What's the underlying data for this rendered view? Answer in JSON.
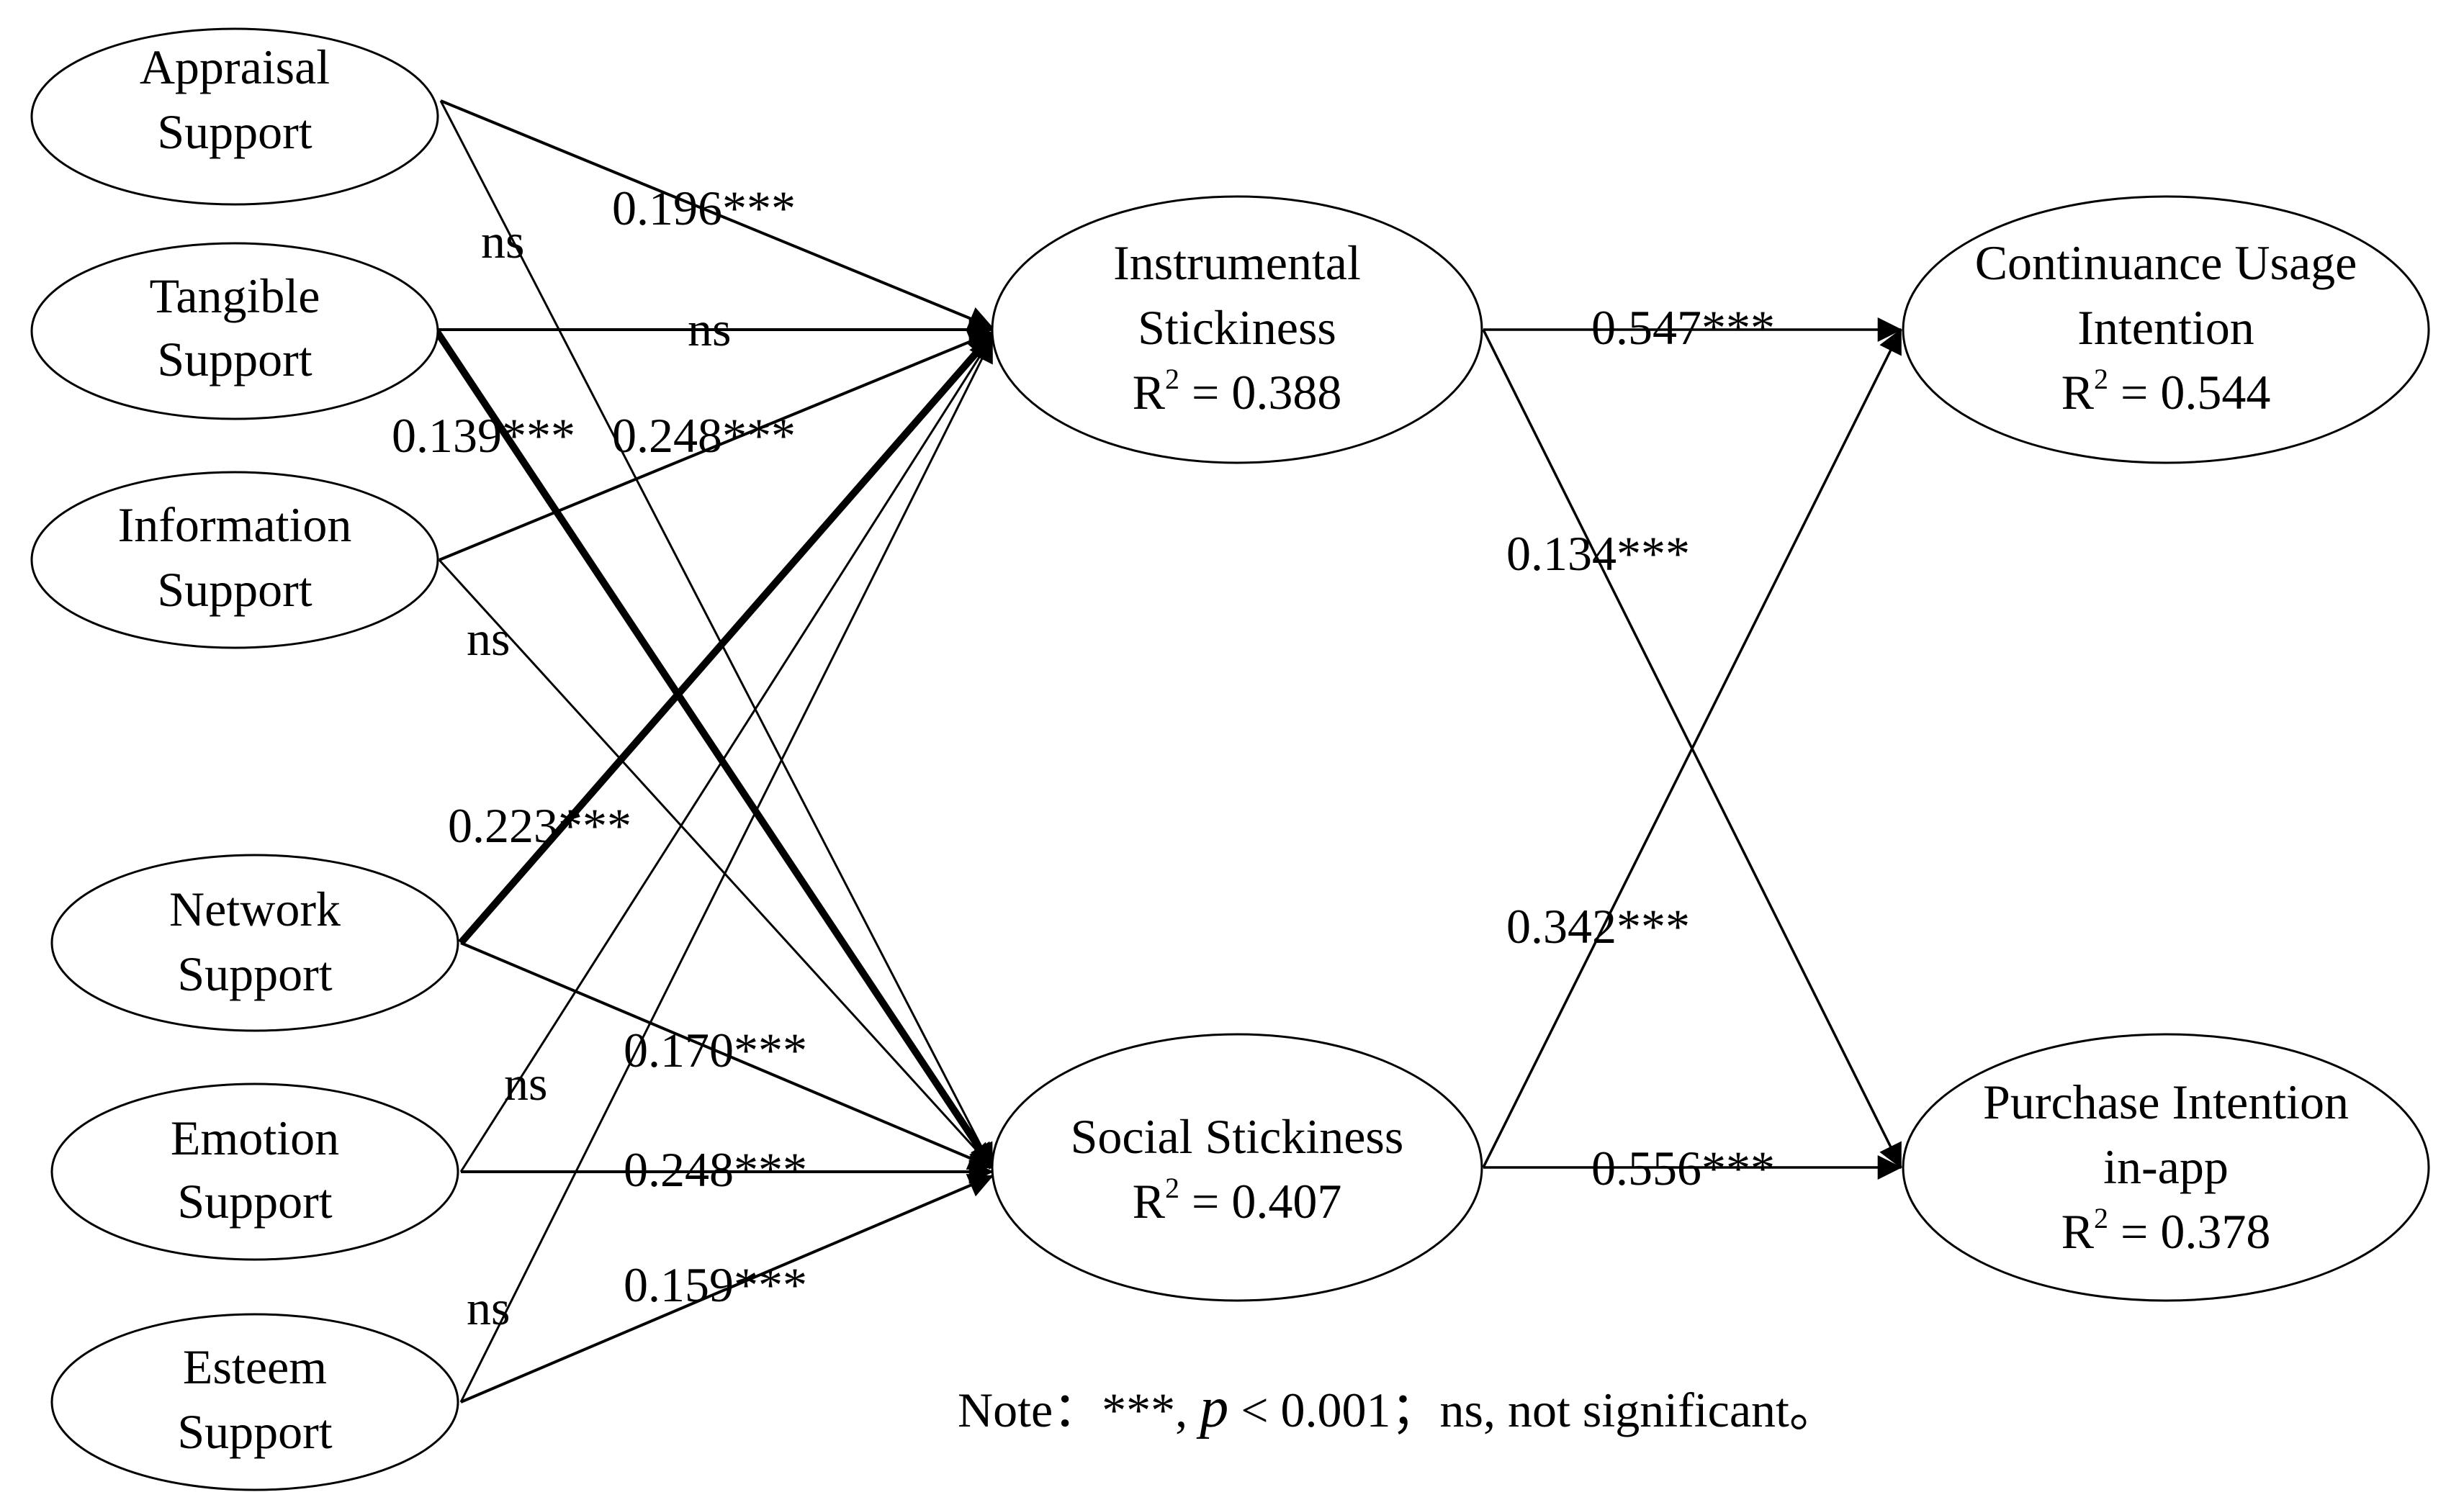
{
  "diagram": {
    "nodes": {
      "appraisal": {
        "line1": "Appraisal",
        "line2": "Support"
      },
      "tangible": {
        "line1": "Tangible",
        "line2": "Support"
      },
      "information": {
        "line1": "Information",
        "line2": "Support"
      },
      "network": {
        "line1": "Network",
        "line2": "Support"
      },
      "emotion": {
        "line1": "Emotion",
        "line2": "Support"
      },
      "esteem": {
        "line1": "Esteem",
        "line2": "Support"
      },
      "instrumental": {
        "line1": "Instrumental",
        "line2": "Stickiness",
        "r2_prefix": "R",
        "r2_sup": "2",
        "r2_value": " = 0.388"
      },
      "social": {
        "line1": "Social Stickiness",
        "r2_prefix": "R",
        "r2_sup": "2",
        "r2_value": " = 0.407"
      },
      "continuance": {
        "line1": "Continuance Usage",
        "line2": "Intention",
        "r2_prefix": "R",
        "r2_sup": "2",
        "r2_value": " = 0.544"
      },
      "purchase": {
        "line1": "Purchase Intention",
        "line2": "in-app",
        "r2_prefix": "R",
        "r2_sup": "2",
        "r2_value": " = 0.378"
      }
    },
    "paths": {
      "appraisal_instrumental": "0.196***",
      "appraisal_social": "ns",
      "tangible_instrumental": "ns",
      "tangible_social": "0.139***",
      "information_instrumental": "0.248***",
      "information_social": "ns",
      "network_instrumental": "0.223***",
      "network_social": "0.170***",
      "emotion_instrumental": "ns",
      "emotion_social": "0.248***",
      "esteem_instrumental": "ns",
      "esteem_social": "0.159***",
      "instrumental_continuance": "0.547***",
      "instrumental_purchase": "0.134***",
      "social_continuance": "0.342***",
      "social_purchase": "0.556***"
    },
    "note": {
      "prefix": "Note：***, ",
      "p": "p",
      "suffix": " < 0.001；ns, not significant。"
    }
  }
}
